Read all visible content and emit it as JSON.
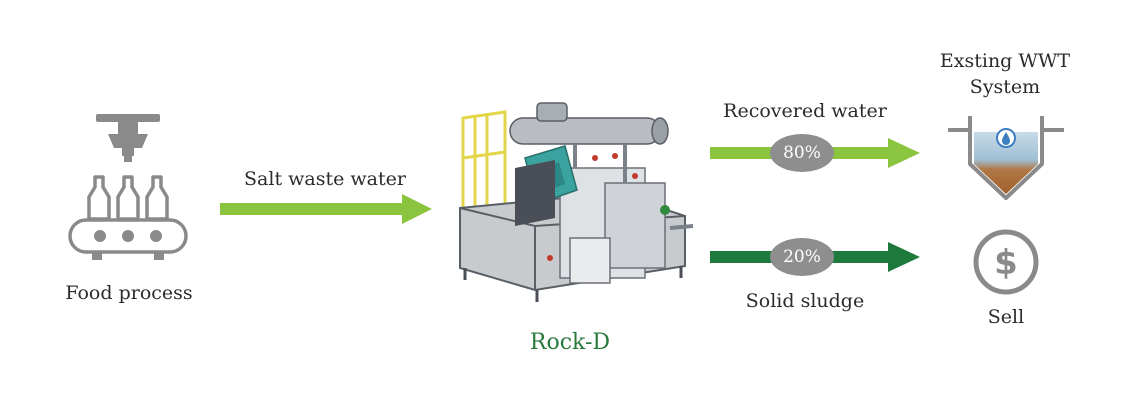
{
  "nodes": {
    "food_process": "Food process",
    "rock_d": "Rock-D",
    "wwt_line1": "Exsting WWT",
    "wwt_line2": "System",
    "sell": "Sell"
  },
  "flows": {
    "salt_waste_water": "Salt waste water",
    "recovered_water": "Recovered water",
    "recovered_pct": "80%",
    "solid_sludge": "Solid sludge",
    "sludge_pct": "20%"
  },
  "colors": {
    "light_green": "#8bc43f",
    "dark_green": "#1e7a3c",
    "rock_d_text": "#2a7a3e",
    "icon_gray": "#8a8a8a",
    "pill_gray": "#8e8e8e"
  },
  "icons": {
    "food_process": "conveyor-bottling-icon",
    "machine": "rock-d-machine-illustration",
    "wwt": "wastewater-tank-icon",
    "sell": "dollar-coin-icon"
  }
}
